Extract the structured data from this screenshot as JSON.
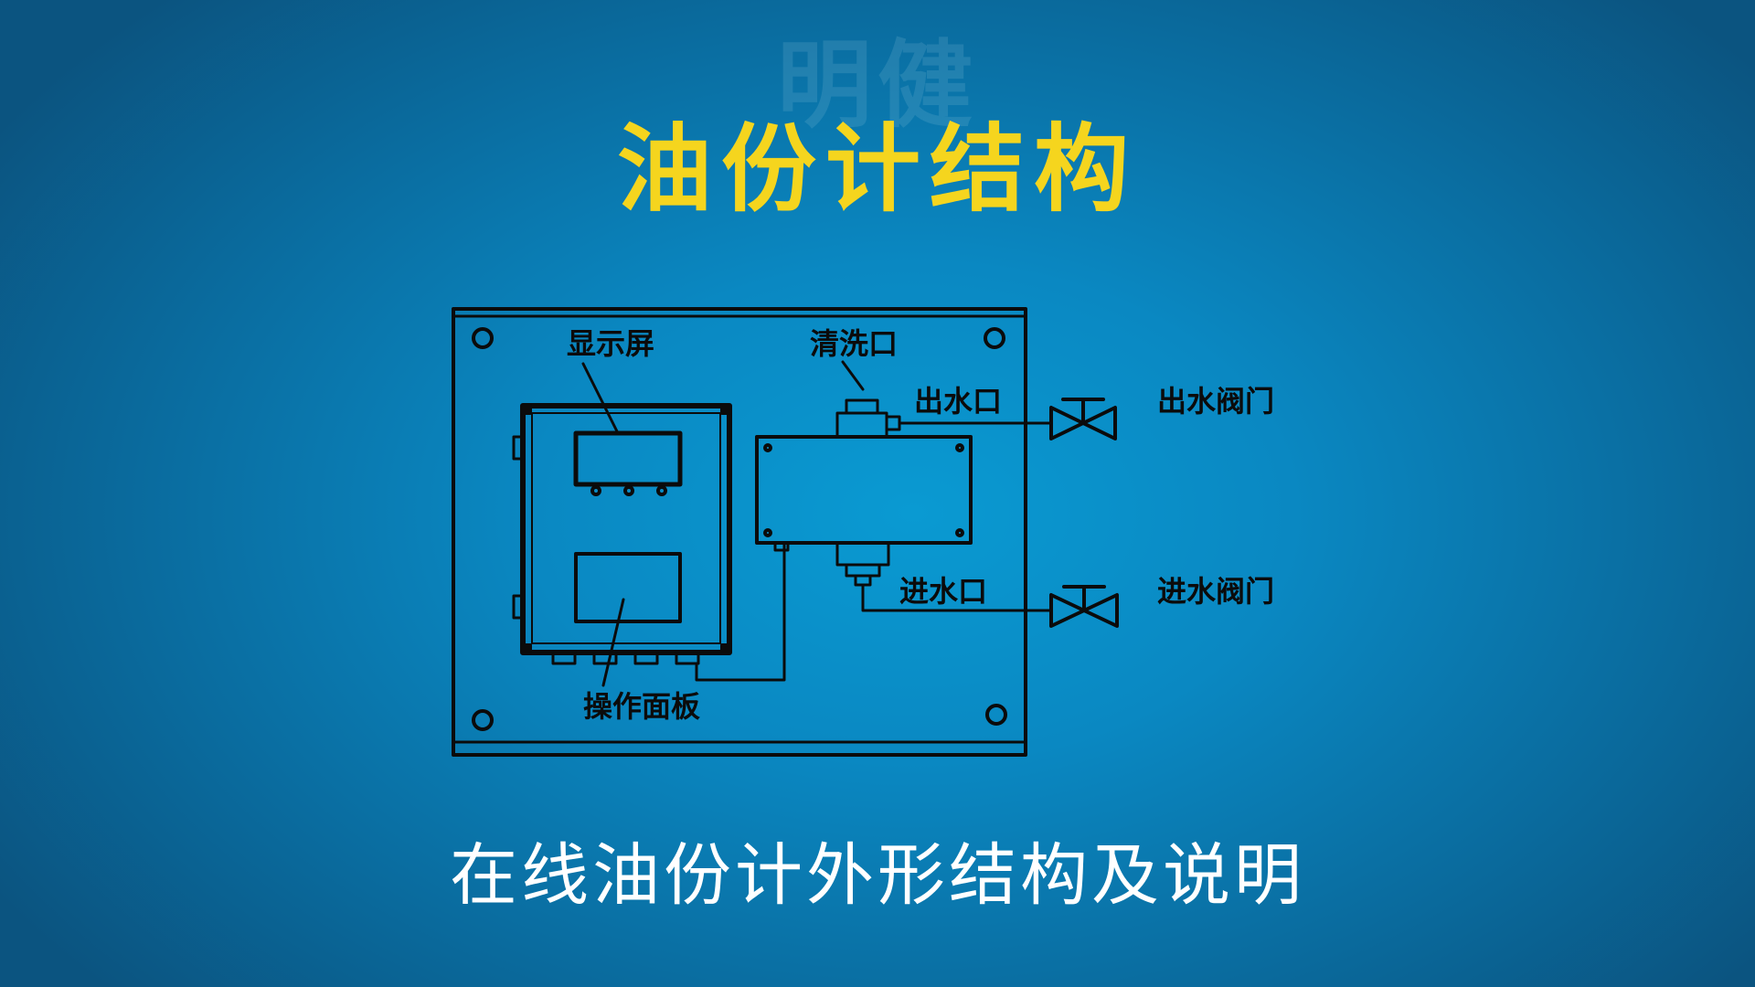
{
  "watermark": "明健",
  "title": "油份计结构",
  "subtitle": "在线油份计外形结构及说明",
  "diagram": {
    "labels": {
      "display_screen": "显示屏",
      "operation_panel": "操作面板",
      "cleaning_port": "清洗口",
      "water_outlet": "出水口",
      "water_inlet": "进水口",
      "outlet_valve": "出水阀门",
      "inlet_valve": "进水阀门"
    }
  },
  "colors": {
    "title": "#f5d51e",
    "subtitle": "#ffffff",
    "line": "#0b0b0b",
    "background": "#0a8ac4"
  }
}
